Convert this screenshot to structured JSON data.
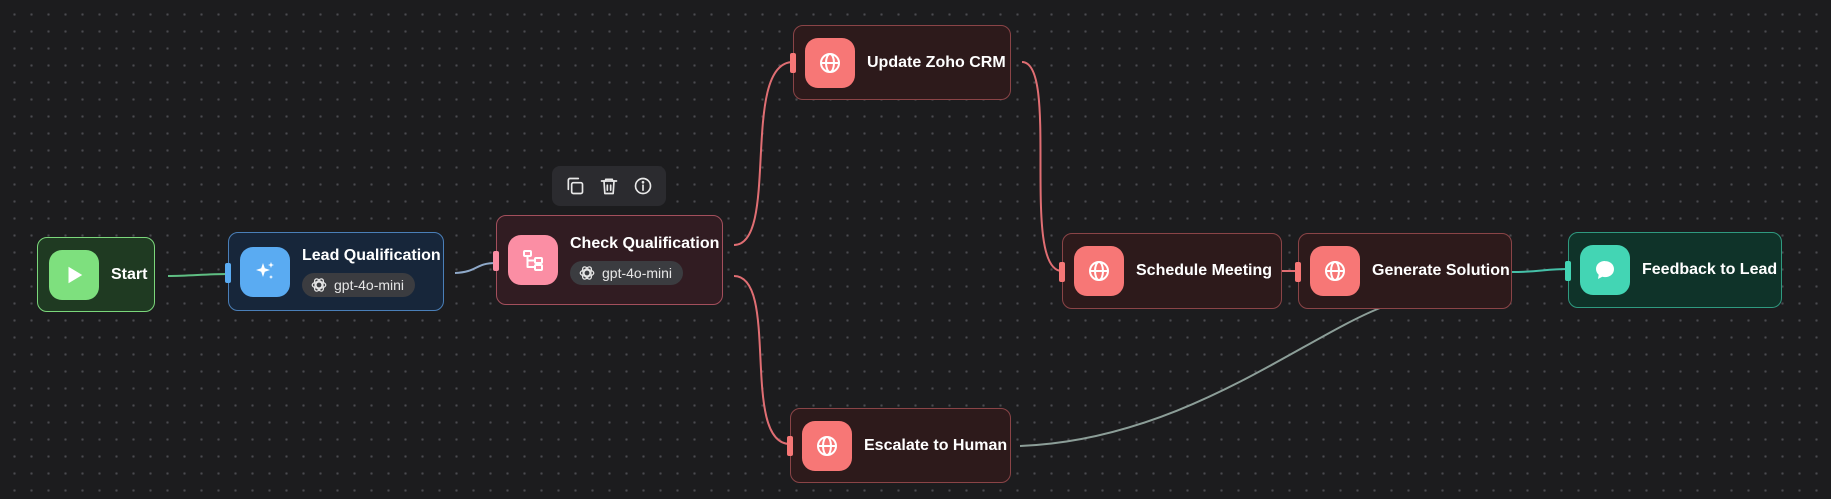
{
  "canvas": {
    "background": "#1c1c1e"
  },
  "toolbar": {
    "buttons": [
      {
        "icon": "copy-icon"
      },
      {
        "icon": "trash-icon"
      },
      {
        "icon": "info-icon"
      }
    ]
  },
  "nodes": {
    "start": {
      "label": "Start",
      "icon": "play-icon",
      "color": "#7ee07e"
    },
    "lead_qualification": {
      "label": "Lead Qualification",
      "icon": "sparkles-icon",
      "model": "gpt-4o-mini",
      "color": "#5aabf2"
    },
    "check_qualification": {
      "label": "Check Qualification",
      "icon": "branch-icon",
      "model": "gpt-4o-mini",
      "color": "#fb8ea4"
    },
    "update_zoho_crm": {
      "label": "Update Zoho CRM",
      "icon": "globe-icon",
      "color": "#f77776"
    },
    "escalate_to_human": {
      "label": "Escalate to Human",
      "icon": "globe-icon",
      "color": "#f77776"
    },
    "schedule_meeting": {
      "label": "Schedule Meeting",
      "icon": "globe-icon",
      "color": "#f77776"
    },
    "generate_solution": {
      "label": "Generate Solution",
      "icon": "globe-icon",
      "color": "#f77776"
    },
    "feedback_to_lead": {
      "label": "Feedback to Lead",
      "icon": "chat-icon",
      "color": "#43d5b4"
    }
  },
  "edges": [
    {
      "from": "Start",
      "to": "Lead Qualification"
    },
    {
      "from": "Lead Qualification",
      "to": "Check Qualification"
    },
    {
      "from": "Check Qualification",
      "to": "Update Zoho CRM"
    },
    {
      "from": "Check Qualification",
      "to": "Escalate to Human"
    },
    {
      "from": "Update Zoho CRM",
      "to": "Schedule Meeting"
    },
    {
      "from": "Schedule Meeting",
      "to": "Generate Solution"
    },
    {
      "from": "Escalate to Human",
      "to": "Generate Solution"
    },
    {
      "from": "Generate Solution",
      "to": "Feedback to Lead"
    }
  ]
}
